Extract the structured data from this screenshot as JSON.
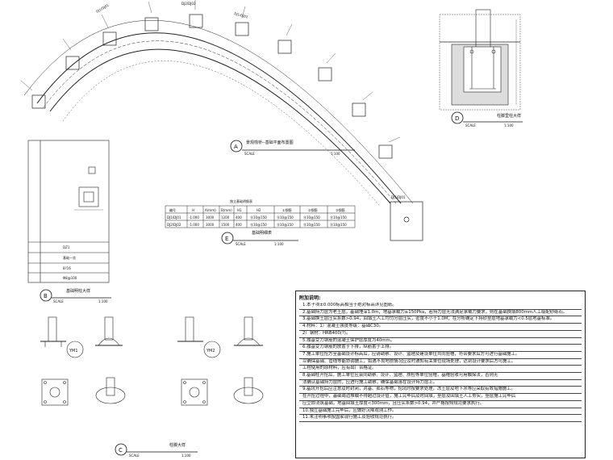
{
  "drawing": {
    "A": {
      "letter": "A",
      "title": "景观栈桥--基础平面布置图",
      "scale_label": "SCALE",
      "scale": "1:100"
    },
    "B": {
      "letter": "B",
      "title": "基础明柱大样",
      "scale_label": "SCALE",
      "scale": "1:100"
    },
    "C": {
      "letter": "C",
      "title": "柱脚大样",
      "scale_label": "SCALE",
      "scale": "1:100"
    },
    "D": {
      "letter": "D",
      "title": "柱脚里柱大样",
      "scale_label": "SCALE",
      "scale": "1:100"
    },
    "E": {
      "letter": "E",
      "title": "基础明细表",
      "scale_label": "SCALE",
      "scale": "1:100"
    }
  },
  "table_E": {
    "caption": "独立基础明细表",
    "headers": [
      "编号",
      "H",
      "A(mm)",
      "B(mm)",
      "H1",
      "H2",
      "①钢筋",
      "②钢筋",
      "③钢筋"
    ],
    "rows": [
      [
        "DJ1/DJ01",
        "-1.000",
        "3000",
        "1200",
        "400",
        "⑫10@150",
        "⑫10@150",
        "⑫10@150",
        "⑫10@150"
      ],
      [
        "DJ2/DJ02",
        "-1.000",
        "3000",
        "1500",
        "400",
        "⑫10@150",
        "⑫10@150",
        "⑫10@150",
        "⑫10@150"
      ]
    ]
  },
  "table_B": {
    "rows": [
      "DZ1",
      "基础一览",
      "8?16",
      "Φ8@100"
    ]
  },
  "ym_labels": [
    "YM1",
    "YM2"
  ],
  "dim_labels": {
    "arc_1": "DJ1/DJ01",
    "arc_2": "DJ2/DJ02",
    "arc_3": "DJ1/DJ01",
    "arc_4": "DJ1/DJ01"
  },
  "notes": {
    "title": "附加说明:",
    "items": [
      "1.本子项±0.000标高相当于绝对标高详见图纸。",
      "2.基础持力层为老土层，基础埋深1.0m，地基承载力≥150Pka，若持力层无法满足承载力要求，则在基础换填800mm人工级配砂砾石。",
      "3.基础换土层压实系数>0.94，回填土人工均匀分层压实，密度不小于1.0M；在分析确定下持砂垫层地基承载力<0.5层地基标准。",
      "4.材料：1）混凝土强度等级：基础C30。",
      "2）钢材：HRB400(?)。",
      "5.独基受力钢筋的混凝土保护层厚度为40mm。",
      "6.独基受力钢筋的放置于下排，纵筋置于上排。",
      "7.施工单位挖方至基础设计标高后，应请勘察、设计、监理及建设单位共同验槽，符合要求后方可进行基础施工。",
      "  以确保基础、管线等能协调施工，如遇不良地质情况应及时通知有关单位现场处理，达到设计要求后方可施工。",
      "  工程使用的原材料，应有出厂合格证。",
      "8.基础柱开挖后，施工单位应会同勘察、设计、监理、质检等单位验槽，基槽验收可用触探法，否则无",
      "  法确认基础持力层的，应进行施工勘察，确保基础落在设计持力层上。",
      "9.基坑开挖后应注意及时封闭，对基、孤石等物，挖坑时按要求处理，冻土层及地下水等应采取有效措施施工。",
      "  在开挖过程中，基础周边堆载不得超过设计值，施工完毕后及时回填，垫层及回填土人工夯实，垫层施工完毕后",
      "  应立即浇筑基础，地基回填土厚度<300mm，且压实系数>0.94，并严格按照规范要求执行。",
      "10.独立基础施工完毕后，应做好沉降观测工作。",
      "11.未注明事项按国家现行施工及验收规范执行。"
    ]
  }
}
